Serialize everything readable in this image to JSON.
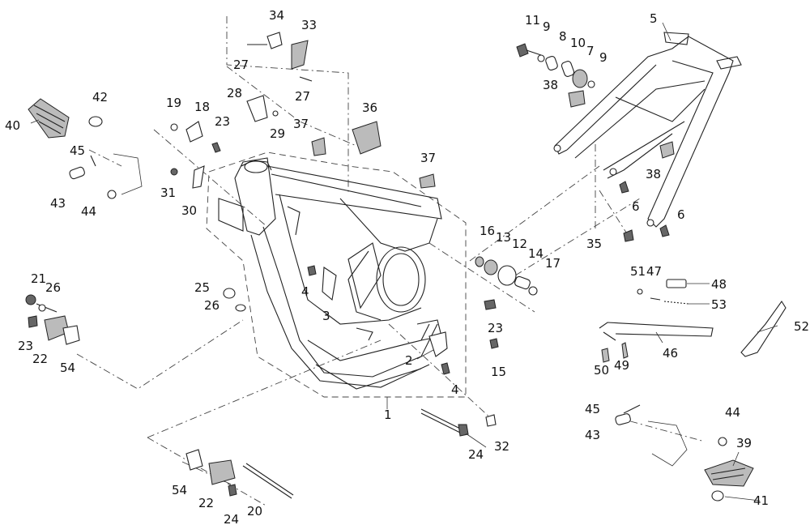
{
  "callouts": [
    "1",
    "2",
    "3",
    "4",
    "4",
    "5",
    "6",
    "6",
    "7",
    "8",
    "9",
    "9",
    "10",
    "11",
    "12",
    "13",
    "14",
    "15",
    "16",
    "17",
    "18",
    "19",
    "20",
    "21",
    "22",
    "22",
    "23",
    "23",
    "23",
    "24",
    "24",
    "25",
    "26",
    "26",
    "27",
    "27",
    "28",
    "29",
    "30",
    "31",
    "32",
    "33",
    "34",
    "35",
    "36",
    "37",
    "37",
    "38",
    "38",
    "39",
    "40",
    "41",
    "42",
    "43",
    "43",
    "44",
    "44",
    "45",
    "45",
    "46",
    "47",
    "48",
    "49",
    "50",
    "51",
    "52",
    "53",
    "54",
    "54"
  ]
}
